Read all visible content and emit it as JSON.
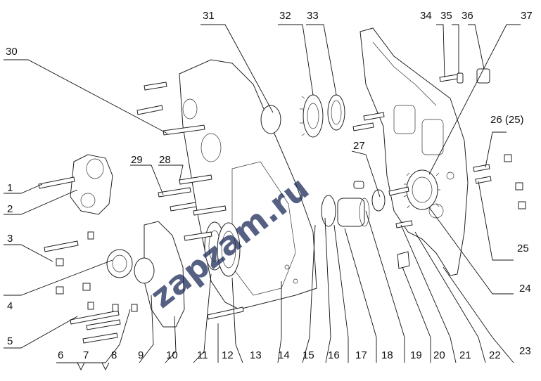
{
  "callouts": [
    {
      "id": "1",
      "label": "1"
    },
    {
      "id": "2",
      "label": "2"
    },
    {
      "id": "3",
      "label": "3"
    },
    {
      "id": "4",
      "label": "4"
    },
    {
      "id": "5",
      "label": "5"
    },
    {
      "id": "6",
      "label": "6"
    },
    {
      "id": "7",
      "label": "7"
    },
    {
      "id": "8",
      "label": "8"
    },
    {
      "id": "9",
      "label": "9"
    },
    {
      "id": "10",
      "label": "10"
    },
    {
      "id": "11",
      "label": "11"
    },
    {
      "id": "12",
      "label": "12"
    },
    {
      "id": "13",
      "label": "13"
    },
    {
      "id": "14",
      "label": "14"
    },
    {
      "id": "15",
      "label": "15"
    },
    {
      "id": "16",
      "label": "16"
    },
    {
      "id": "17",
      "label": "17"
    },
    {
      "id": "18",
      "label": "18"
    },
    {
      "id": "19",
      "label": "19"
    },
    {
      "id": "20",
      "label": "20"
    },
    {
      "id": "21",
      "label": "21"
    },
    {
      "id": "22",
      "label": "22"
    },
    {
      "id": "23",
      "label": "23"
    },
    {
      "id": "24",
      "label": "24"
    },
    {
      "id": "25",
      "label": "25"
    },
    {
      "id": "26",
      "label": "26 (25)"
    },
    {
      "id": "27",
      "label": "27"
    },
    {
      "id": "28",
      "label": "28"
    },
    {
      "id": "29",
      "label": "29"
    },
    {
      "id": "30",
      "label": "30"
    },
    {
      "id": "31",
      "label": "31"
    },
    {
      "id": "32",
      "label": "32"
    },
    {
      "id": "33",
      "label": "33"
    },
    {
      "id": "34",
      "label": "34"
    },
    {
      "id": "35",
      "label": "35"
    },
    {
      "id": "36",
      "label": "36"
    },
    {
      "id": "37",
      "label": "37"
    }
  ],
  "watermark": "zapzam.ru",
  "colors": {
    "ink": "#111111",
    "paper": "#ffffff",
    "watermark": "#1d2c5a"
  }
}
